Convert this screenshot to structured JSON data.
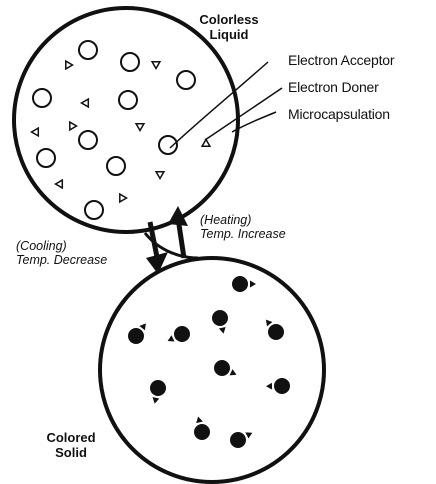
{
  "top_capsule": {
    "label_line1": "Colorless",
    "label_line2": "Liquid"
  },
  "bottom_capsule": {
    "label_line1": "Colored",
    "label_line2": "Solid"
  },
  "legend": {
    "acceptor": "Electron Acceptor",
    "donor": "Electron Doner",
    "capsule": "Microcapsulation"
  },
  "transitions": {
    "heating_line1": "(Heating)",
    "heating_line2": "Temp. Increase",
    "cooling_line1": "(Cooling)",
    "cooling_line2": "Temp. Decrease"
  },
  "colors": {
    "ink": "#111111",
    "background": "#ffffff"
  }
}
